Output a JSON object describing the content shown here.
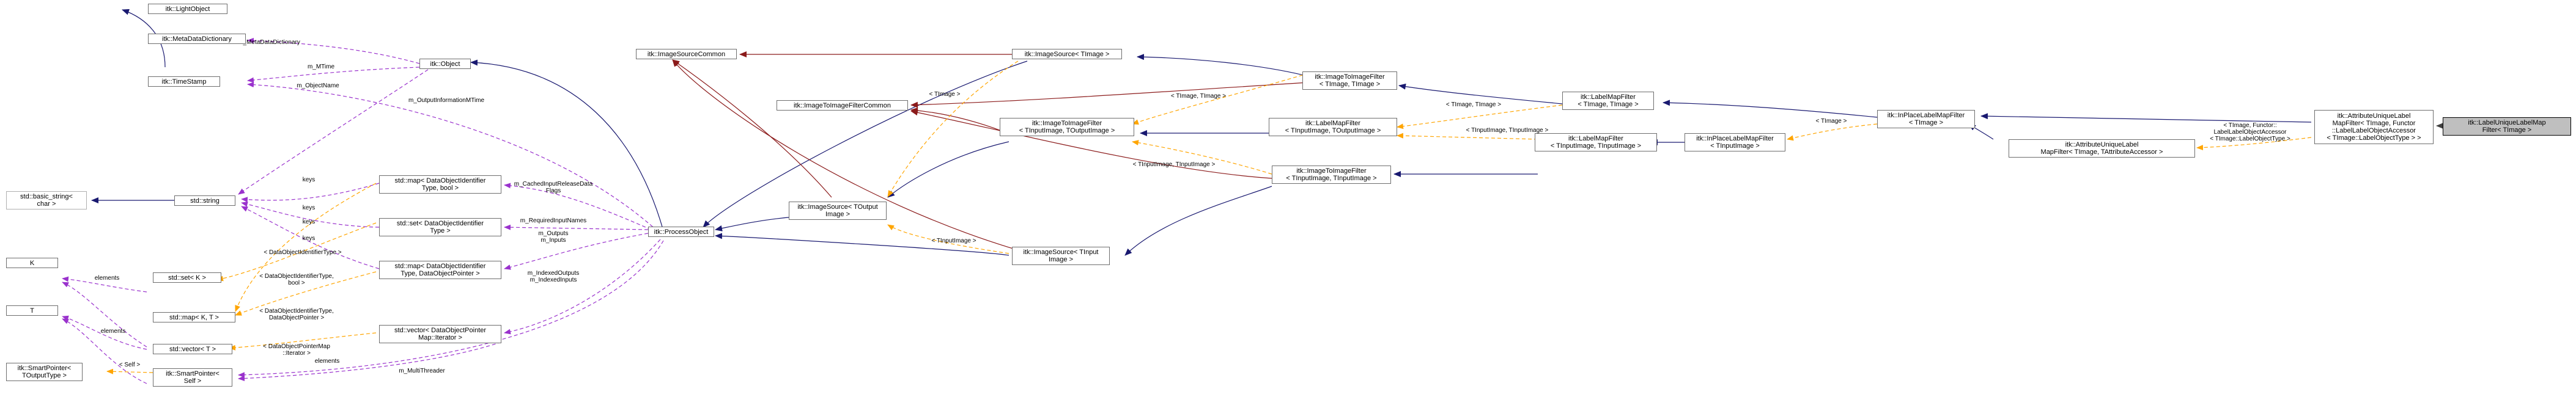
{
  "diagram": {
    "nodes": [
      {
        "id": "lightobject",
        "label": "itk::LightObject"
      },
      {
        "id": "metadatadict",
        "label": "itk::MetaDataDictionary"
      },
      {
        "id": "timestamp",
        "label": "itk::TimeStamp"
      },
      {
        "id": "object",
        "label": "itk::Object"
      },
      {
        "id": "basicstring",
        "label": "std::basic_string<\nchar >"
      },
      {
        "id": "stdstring",
        "label": "std::string"
      },
      {
        "id": "setK",
        "label": "std::set< K >"
      },
      {
        "id": "K",
        "label": "K"
      },
      {
        "id": "mapKT",
        "label": "std::map< K, T >"
      },
      {
        "id": "T",
        "label": "T"
      },
      {
        "id": "vectorT",
        "label": "std::vector< T >"
      },
      {
        "id": "smartptrTOut",
        "label": "itk::SmartPointer<\nTOutputType >"
      },
      {
        "id": "smartptrSelf",
        "label": "itk::SmartPointer<\nSelf >"
      },
      {
        "id": "mapDOIbool",
        "label": "std::map< DataObjectIdentifier\nType, bool >"
      },
      {
        "id": "setDOI",
        "label": "std::set< DataObjectIdentifier\nType >"
      },
      {
        "id": "mapDOIptr",
        "label": "std::map< DataObjectIdentifier\nType, DataObjectPointer >"
      },
      {
        "id": "vectorDOPMI",
        "label": "std::vector< DataObjectPointer\nMap::Iterator >"
      },
      {
        "id": "processobject",
        "label": "itk::ProcessObject"
      },
      {
        "id": "imgsrccommon",
        "label": "itk::ImageSourceCommon"
      },
      {
        "id": "imgfiltercommon",
        "label": "itk::ImageToImageFilterCommon"
      },
      {
        "id": "imgsrcTOut",
        "label": "itk::ImageSource< TOutput\nImage >"
      },
      {
        "id": "imgsrcTImage",
        "label": "itk::ImageSource< TImage >"
      },
      {
        "id": "imgsrcTInput",
        "label": "itk::ImageSource< TInput\nImage >"
      },
      {
        "id": "i2iTinTout",
        "label": "itk::ImageToImageFilter\n< TInputImage, TOutputImage >"
      },
      {
        "id": "i2iTT",
        "label": "itk::ImageToImageFilter\n< TImage, TImage >"
      },
      {
        "id": "i2iTinTin",
        "label": "itk::ImageToImageFilter\n< TInputImage, TInputImage >"
      },
      {
        "id": "lmfTinTout",
        "label": "itk::LabelMapFilter\n< TInputImage, TOutputImage >"
      },
      {
        "id": "lmfTT",
        "label": "itk::LabelMapFilter\n< TImage, TImage >"
      },
      {
        "id": "lmfTinTin",
        "label": "itk::LabelMapFilter\n< TInputImage, TInputImage >"
      },
      {
        "id": "iplmfTin",
        "label": "itk::InPlaceLabelMapFilter\n< TInputImage >"
      },
      {
        "id": "iplmfT",
        "label": "itk::InPlaceLabelMapFilter\n< TImage >"
      },
      {
        "id": "aulmfTA",
        "label": "itk::AttributeUniqueLabel\nMapFilter< TImage, TAttributeAccessor >"
      },
      {
        "id": "aulmfFull",
        "label": "itk::AttributeUniqueLabel\nMapFilter< TImage, Functor\n::LabelLabelObjectAccessor\n< TImage::LabelObjectType > >"
      },
      {
        "id": "lulmf",
        "label": "itk::LabelUniqueLabelMap\nFilter< TImage >"
      }
    ],
    "edge_labels": [
      {
        "id": "e1",
        "text": "m_MetaDataDictionary"
      },
      {
        "id": "e2",
        "text": "m_MTime"
      },
      {
        "id": "e3",
        "text": "m_ObjectName"
      },
      {
        "id": "e4",
        "text": "m_OutputInformationMTime"
      },
      {
        "id": "e5",
        "text": "keys"
      },
      {
        "id": "e6",
        "text": "keys"
      },
      {
        "id": "e7",
        "text": "keys"
      },
      {
        "id": "e8",
        "text": "keys"
      },
      {
        "id": "e9",
        "text": "< DataObjectIdentifierType >"
      },
      {
        "id": "e10",
        "text": "< DataObjectIdentifierType,\nbool >"
      },
      {
        "id": "e11",
        "text": "< DataObjectIdentifierType,\nDataObjectPointer >"
      },
      {
        "id": "e12",
        "text": "elements"
      },
      {
        "id": "e13",
        "text": "elements"
      },
      {
        "id": "e14",
        "text": "< DataObjectPointerMap\n::Iterator >"
      },
      {
        "id": "e15",
        "text": "elements"
      },
      {
        "id": "e16",
        "text": "< Self >"
      },
      {
        "id": "e17",
        "text": "m_CachedInputReleaseData\nFlags"
      },
      {
        "id": "e18",
        "text": "m_RequiredInputNames"
      },
      {
        "id": "e19",
        "text": "m_Outputs\nm_Inputs"
      },
      {
        "id": "e20",
        "text": "m_IndexedOutputs\nm_IndexedInputs"
      },
      {
        "id": "e21",
        "text": "m_MultiThreader"
      },
      {
        "id": "e22",
        "text": "< TImage >"
      },
      {
        "id": "e23",
        "text": "< TImage, TImage >"
      },
      {
        "id": "e24",
        "text": "< TInputImage, TInputImage >"
      },
      {
        "id": "e25",
        "text": "< TInputImage, TInputImage >"
      },
      {
        "id": "e26",
        "text": "< TInputImage >"
      },
      {
        "id": "e27",
        "text": "< TImage, TImage >"
      },
      {
        "id": "e28",
        "text": "< TImage >"
      },
      {
        "id": "e29",
        "text": "< TImage, Functor::\nLabelLabelObjectAccessor\n< TImage::LabelObjectType >"
      }
    ]
  }
}
